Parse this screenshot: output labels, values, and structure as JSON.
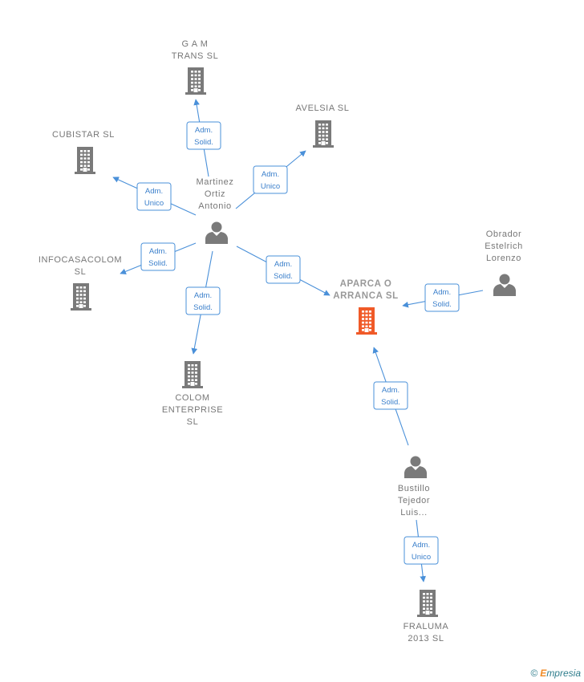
{
  "nodes": {
    "gam": {
      "lines": [
        "G A M",
        "TRANS SL"
      ],
      "type": "company"
    },
    "avelsia": {
      "lines": [
        "AVELSIA  SL"
      ],
      "type": "company"
    },
    "cubistar": {
      "lines": [
        "CUBISTAR  SL"
      ],
      "type": "company"
    },
    "infocasacolom": {
      "lines": [
        "INFOCASACOLOM",
        "SL"
      ],
      "type": "company"
    },
    "colom": {
      "lines": [
        "COLOM",
        "ENTERPRISE",
        "SL"
      ],
      "type": "company"
    },
    "aparca": {
      "lines": [
        "APARCA O",
        "ARRANCA  SL"
      ],
      "type": "company-focus"
    },
    "fraluma": {
      "lines": [
        "FRALUMA",
        "2013  SL"
      ],
      "type": "company"
    },
    "martinez": {
      "lines": [
        "Martinez",
        "Ortiz",
        "Antonio"
      ],
      "type": "person"
    },
    "obrador": {
      "lines": [
        "Obrador",
        "Estelrich",
        "Lorenzo"
      ],
      "type": "person"
    },
    "bustillo": {
      "lines": [
        "Bustillo",
        "Tejedor",
        "Luis..."
      ],
      "type": "person"
    }
  },
  "edges": [
    {
      "from": "martinez",
      "to": "gam",
      "role": [
        "Adm.",
        "Solid."
      ]
    },
    {
      "from": "martinez",
      "to": "avelsia",
      "role": [
        "Adm.",
        "Unico"
      ]
    },
    {
      "from": "martinez",
      "to": "cubistar",
      "role": [
        "Adm.",
        "Unico"
      ]
    },
    {
      "from": "martinez",
      "to": "infocasacolom",
      "role": [
        "Adm.",
        "Solid."
      ]
    },
    {
      "from": "martinez",
      "to": "colom",
      "role": [
        "Adm.",
        "Solid."
      ]
    },
    {
      "from": "martinez",
      "to": "aparca",
      "role": [
        "Adm.",
        "Solid."
      ]
    },
    {
      "from": "obrador",
      "to": "aparca",
      "role": [
        "Adm.",
        "Solid."
      ]
    },
    {
      "from": "bustillo",
      "to": "aparca",
      "role": [
        "Adm.",
        "Solid."
      ]
    },
    {
      "from": "bustillo",
      "to": "fraluma",
      "role": [
        "Adm.",
        "Unico"
      ]
    }
  ],
  "colors": {
    "edge": "#4a90d9",
    "company": "#7a7a7a",
    "focus": "#f05a28",
    "person": "#7a7a7a"
  },
  "credit": {
    "symbol": "©",
    "brand_initial": "E",
    "brand_rest": "mpresia"
  }
}
